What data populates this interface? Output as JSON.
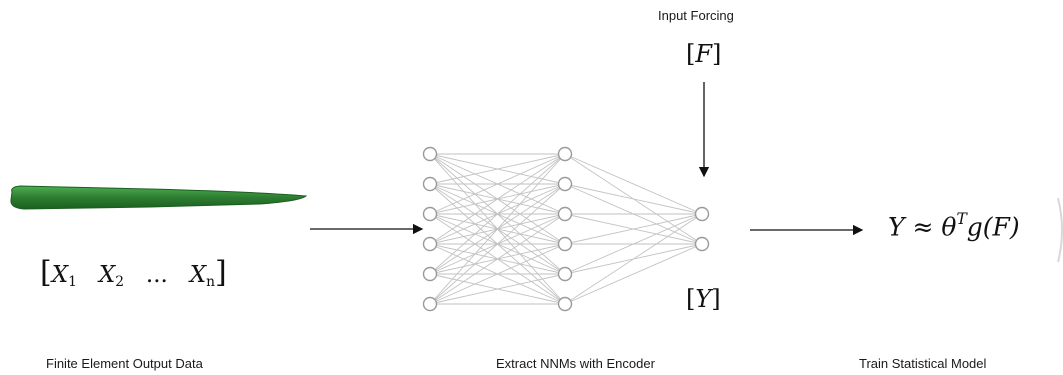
{
  "captions": {
    "input_forcing": "Input Forcing",
    "fe_output": "Finite Element Output Data",
    "extract": "Extract NNMs with Encoder",
    "train": "Train Statistical Model"
  },
  "math": {
    "forcing_symbol": "F",
    "latent_symbol": "Y",
    "x1": "X",
    "x1_sub": "1",
    "x2": "X",
    "x2_sub": "2",
    "dots": "...",
    "xn": "X",
    "xn_sub": "n",
    "model_lhs": "Y",
    "model_approx": "≈",
    "model_theta": "θ",
    "model_sup": "T",
    "model_rhs": "g(F)"
  },
  "network": {
    "layer_sizes": [
      6,
      6,
      2
    ],
    "node_stroke": "#9a9a9a",
    "edge_stroke": "#c2c2c2"
  },
  "colors": {
    "blade": "#2e7d32",
    "arrow": "#111111"
  }
}
